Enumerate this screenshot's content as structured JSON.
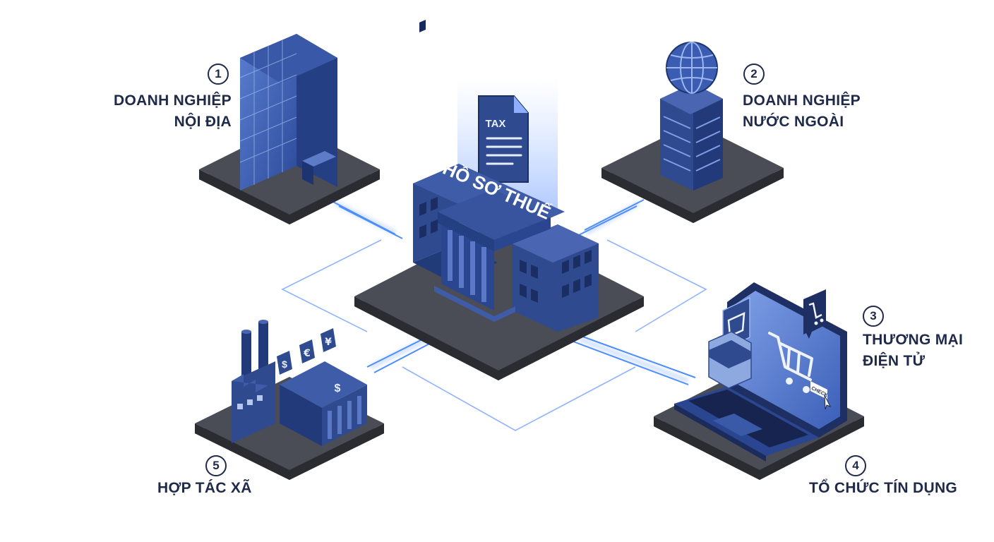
{
  "center": {
    "title": "HỒ SƠ THUẾ",
    "doc_label": "TAX"
  },
  "nodes": [
    {
      "number": "1",
      "line1": "DOANH NGHIỆP",
      "line2": "NỘI ĐỊA",
      "icon": "office-tower-icon"
    },
    {
      "number": "2",
      "line1": "DOANH NGHIỆP",
      "line2": "NƯỚC NGOÀI",
      "icon": "globe-tower-icon"
    },
    {
      "number": "3",
      "line1": "THƯƠNG MẠI",
      "line2": "ĐIỆN TỬ",
      "icon": "laptop-cart-icon"
    },
    {
      "number": "4",
      "line1": "TỔ CHỨC TÍN DỤNG",
      "icon": "credit-card-icon"
    },
    {
      "number": "5",
      "line1": "HỢP TÁC XÃ",
      "icon": "factory-bank-icon"
    }
  ],
  "laptop": {
    "button_label": "CHECK"
  },
  "currency": [
    "$",
    "€",
    "¥"
  ],
  "colors": {
    "text": "#1f2a4a",
    "platform_top": "#4a4d55",
    "platform_side": "#2a2c32",
    "building": "#2f4a8f",
    "glow": "#4d8dff"
  }
}
